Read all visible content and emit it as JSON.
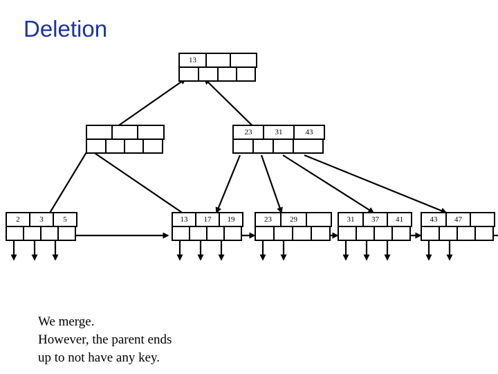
{
  "slide": {
    "title": "Deletion",
    "caption_lines": [
      "We merge.",
      "However, the parent ends",
      "up to not have any key."
    ],
    "title_color": "#1b35a4",
    "line_color": "#000000",
    "background": "#ffffff"
  },
  "tree": {
    "type": "b-plus-tree",
    "levels": 3,
    "root": {
      "name": "root-node",
      "keys": [
        "13",
        "",
        ""
      ],
      "pointers": [
        "",
        "",
        "",
        ""
      ],
      "pointer_count": 4
    },
    "internal": [
      {
        "name": "internal-node-left",
        "keys": [
          "",
          "",
          ""
        ],
        "pointers": [
          "",
          "",
          "",
          ""
        ],
        "pointer_count": 4,
        "note": "empty after merge"
      },
      {
        "name": "internal-node-right",
        "keys": [
          "23",
          "31",
          "43"
        ],
        "pointers": [
          "",
          "",
          "",
          ""
        ],
        "pointer_count": 4
      }
    ],
    "leaves": [
      {
        "name": "leaf-node-1",
        "keys": [
          "2",
          "3",
          "5"
        ]
      },
      {
        "name": "leaf-node-2",
        "keys": [
          "13",
          "17",
          "19"
        ]
      },
      {
        "name": "leaf-node-3",
        "keys": [
          "23",
          "29",
          ""
        ]
      },
      {
        "name": "leaf-node-4",
        "keys": [
          "31",
          "37",
          "41"
        ]
      },
      {
        "name": "leaf-node-5",
        "keys": [
          "43",
          "47",
          ""
        ]
      }
    ]
  }
}
